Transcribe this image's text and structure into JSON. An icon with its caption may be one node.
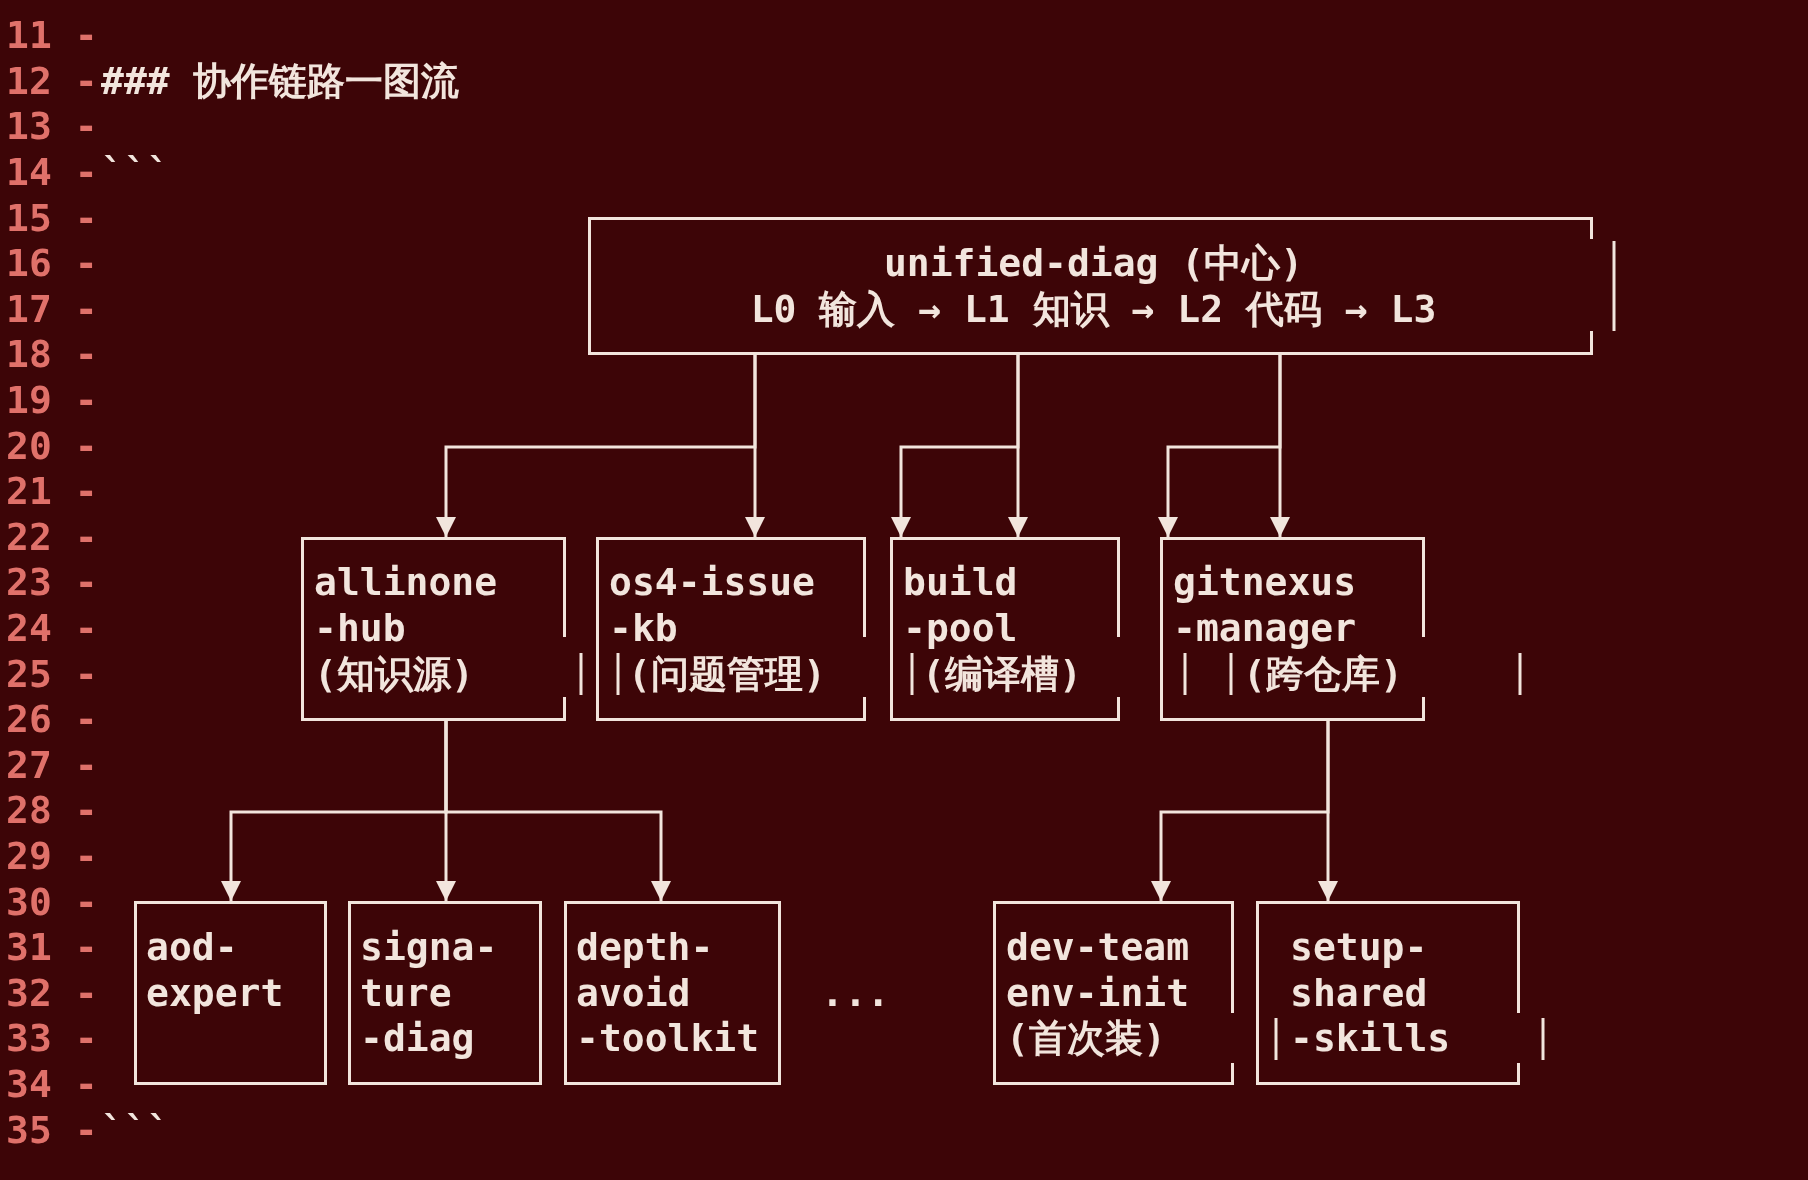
{
  "diagram": {
    "title": "### 协作链路一图流",
    "nodes": [
      {
        "text": [
          "unified-diag (中心)",
          "L0 输入 → L1 知识 → L2 代码 → L3"
        ]
      },
      {
        "text": [
          "allinone -hub",
          "(知识源)"
        ]
      },
      {
        "text": [
          "os4-issue -kb",
          "(问题管理)"
        ]
      },
      {
        "text": [
          "build -pool",
          "(编译槽)"
        ]
      },
      {
        "text": [
          "gitnexus -manager",
          "(跨仓库)"
        ]
      },
      {
        "text": [
          "aod- expert"
        ]
      },
      {
        "text": [
          "signa- ture -diag"
        ]
      },
      {
        "text": [
          "depth- avoid -toolkit"
        ]
      },
      {
        "text": [
          "dev-team env-init",
          "(首次装)"
        ]
      },
      {
        "text": [
          "setup- shared -skills"
        ]
      }
    ],
    "edges": [
      {
        "from": 0,
        "to": 1,
        "arrow": "to"
      },
      {
        "from": 0,
        "to": 2,
        "arrow": "to"
      },
      {
        "from": 0,
        "to": 3,
        "arrow": "to"
      },
      {
        "from": 0,
        "to": 3,
        "arrow": "to"
      },
      {
        "from": 0,
        "to": 4,
        "arrow": "to"
      },
      {
        "from": 0,
        "to": 4,
        "arrow": "to"
      },
      {
        "from": 1,
        "to": 5,
        "arrow": "to"
      },
      {
        "from": 1,
        "to": 6,
        "arrow": "to"
      },
      {
        "from": 1,
        "to": 7,
        "arrow": "to"
      },
      {
        "from": 4,
        "to": 8,
        "arrow": "to"
      },
      {
        "from": 4,
        "to": 9,
        "arrow": "to"
      }
    ],
    "labels": [
      "11 -",
      "12 -",
      "13 -",
      "14 -",
      "```",
      "15 -",
      "16 -",
      "17 -",
      "18 -",
      "19 -",
      "20 -",
      "21 -",
      "22 -",
      "23 -",
      "24 -",
      "25 -",
      "26 -",
      "27 -",
      "28 -",
      "29 -",
      "30 -",
      "31 -",
      "32 -",
      "...",
      "33 -",
      "34 -",
      "35 -",
      "```"
    ]
  }
}
